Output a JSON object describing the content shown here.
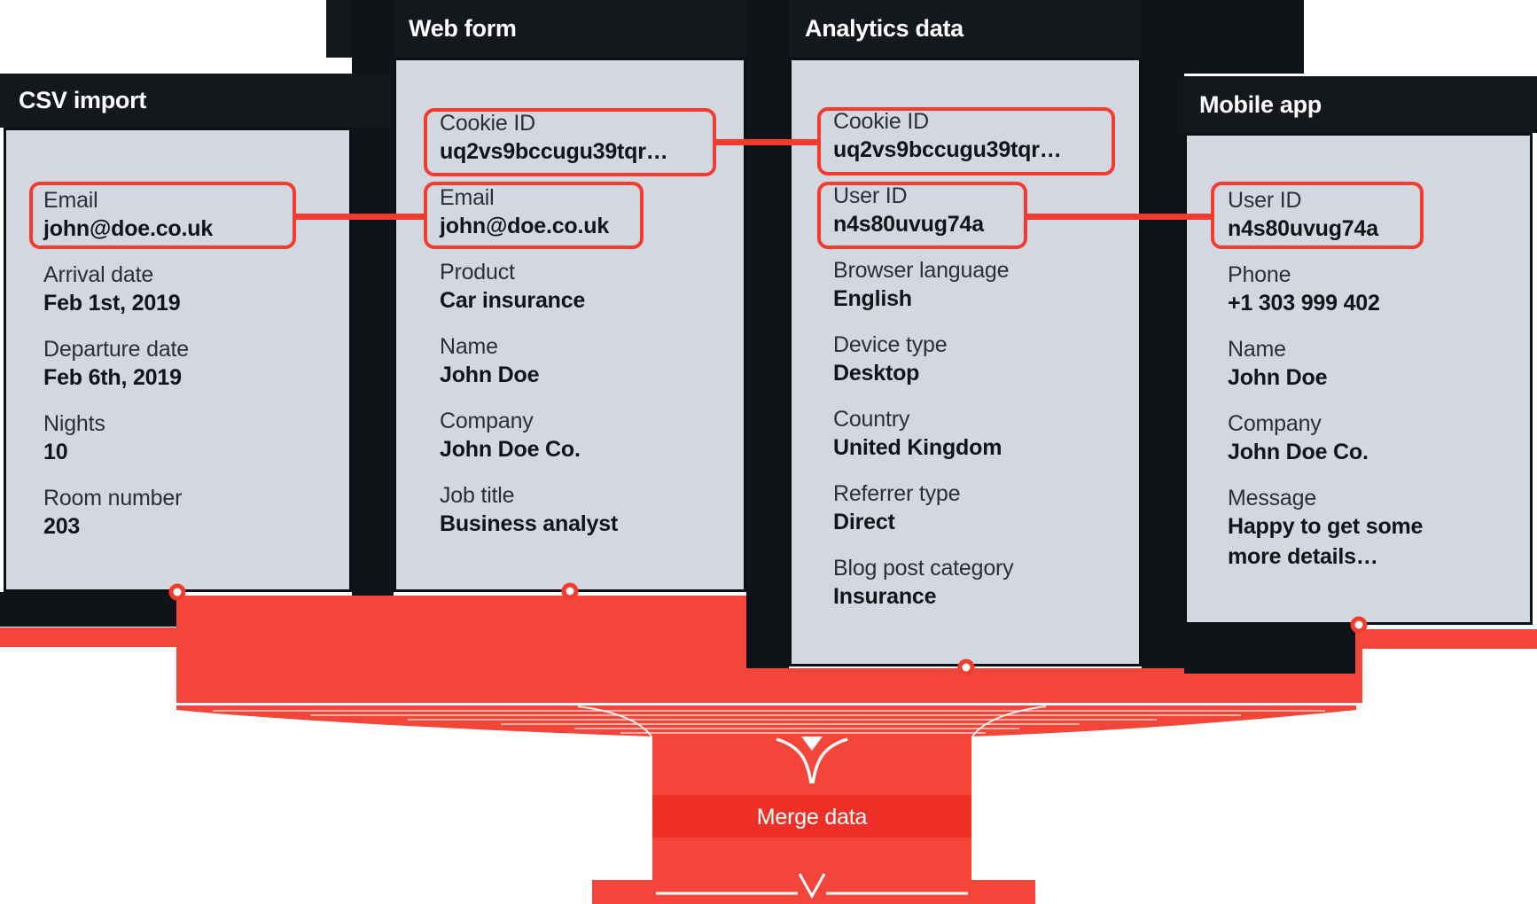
{
  "palette": {
    "accent_red": "#f43b2e",
    "ribbon_red": "#f4453a",
    "merge_band_red": "#ee2f27",
    "panel_black": "#14171c",
    "card_gray": "#d3d7e0",
    "text_dark": "#111419",
    "white": "#ffffff"
  },
  "cards": [
    {
      "title": "CSV import",
      "fields": [
        {
          "label": "Email",
          "value": "john@doe.co.uk",
          "boxed": true
        },
        {
          "label": "Arrival date",
          "value": "Feb 1st, 2019"
        },
        {
          "label": "Departure date",
          "value": "Feb 6th, 2019"
        },
        {
          "label": "Nights",
          "value": "10"
        },
        {
          "label": "Room number",
          "value": "203"
        }
      ]
    },
    {
      "title": "Web form",
      "fields": [
        {
          "label": "Cookie ID",
          "value": "uq2vs9bccugu39tqr…",
          "boxed": true
        },
        {
          "label": "Email",
          "value": "john@doe.co.uk",
          "boxed": true
        },
        {
          "label": "Product",
          "value": "Car insurance"
        },
        {
          "label": "Name",
          "value": "John Doe"
        },
        {
          "label": "Company",
          "value": "John Doe Co."
        },
        {
          "label": "Job title",
          "value": "Business analyst"
        }
      ]
    },
    {
      "title": "Analytics data",
      "fields": [
        {
          "label": "Cookie ID",
          "value": "uq2vs9bccugu39tqr…",
          "boxed": true
        },
        {
          "label": "User ID",
          "value": "n4s80uvug74a",
          "boxed": true
        },
        {
          "label": "Browser language",
          "value": "English"
        },
        {
          "label": "Device type",
          "value": "Desktop"
        },
        {
          "label": "Country",
          "value": "United Kingdom"
        },
        {
          "label": "Referrer type",
          "value": "Direct"
        },
        {
          "label": "Blog post category",
          "value": "Insurance"
        }
      ]
    },
    {
      "title": "Mobile app",
      "fields": [
        {
          "label": "User ID",
          "value": "n4s80uvug74a",
          "boxed": true
        },
        {
          "label": "Phone",
          "value": "+1 303 999 402"
        },
        {
          "label": "Name",
          "value": "John Doe"
        },
        {
          "label": "Company",
          "value": "John Doe Co."
        },
        {
          "label": "Message",
          "value": "Happy to get some more details…"
        }
      ]
    }
  ],
  "links": [
    {
      "from": "CSV import · Email",
      "to": "Web form · Email"
    },
    {
      "from": "Web form · Cookie ID",
      "to": "Analytics data · Cookie ID"
    },
    {
      "from": "Analytics data · User ID",
      "to": "Mobile app · User ID"
    }
  ],
  "merge": {
    "label": "Merge data"
  }
}
